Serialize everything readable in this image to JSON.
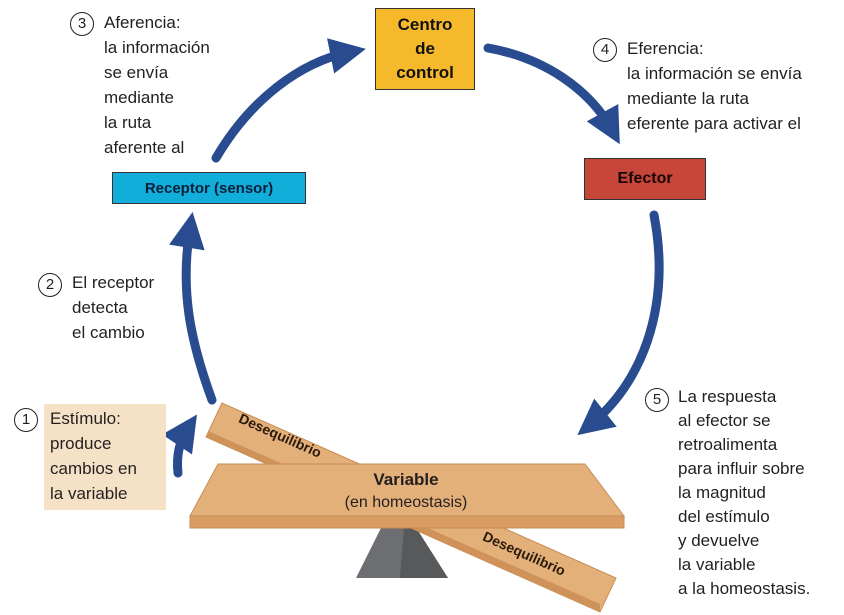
{
  "boxes": {
    "centro": "Centro\nde\ncontrol",
    "receptor": "Receptor (sensor)",
    "efector": "Efector"
  },
  "steps": [
    {
      "number": "1",
      "text": "Estímulo:\nproduce\ncambios en\nla variable"
    },
    {
      "number": "2",
      "text": "El receptor\ndetecta\nel cambio"
    },
    {
      "number": "3",
      "text": "Aferencia:\nla información\nse envía\nmediante\nla ruta\naferente al"
    },
    {
      "number": "4",
      "text": "Eferencia:\nla información se envía\nmediante la ruta\neferente para activar el"
    },
    {
      "number": "5",
      "text": "La respuesta\nal efector se\nretroalimenta\npara influir sobre\nla magnitud\ndel estímulo\ny devuelve\nla variable\na la homeostasis."
    }
  ],
  "balance": {
    "title": "Variable",
    "subtitle": "(en homeostasis)",
    "desequilibrio_top": "Desequilibrio",
    "desequilibrio_bottom": "Desequilibrio"
  },
  "colors": {
    "arrow": "#284c8f",
    "centro": "#f7b92c",
    "receptor": "#11aed9",
    "efector": "#c6463a",
    "plank": "#e4b07a",
    "fulcrum": "#6d6e71",
    "step1_bg": "#f5e2c6"
  }
}
